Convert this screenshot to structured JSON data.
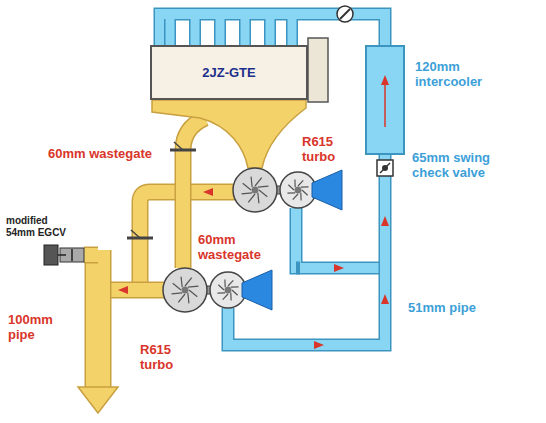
{
  "diagram": {
    "nodes": [
      {
        "text": [
          "2JZ-GTE"
        ]
      },
      {
        "text": [
          "120mm intercooler"
        ]
      }
    ],
    "edges": [
      {
        "from": 1,
        "to": 0,
        "arrow": "none"
      }
    ],
    "labels": [
      "60mm wastegate",
      "R615 turbo",
      "65mm swing check valve",
      "60mm wastegate",
      "modified 54mm EGCV",
      "51mm pipe",
      "R615 turbo",
      "100mm pipe"
    ]
  }
}
